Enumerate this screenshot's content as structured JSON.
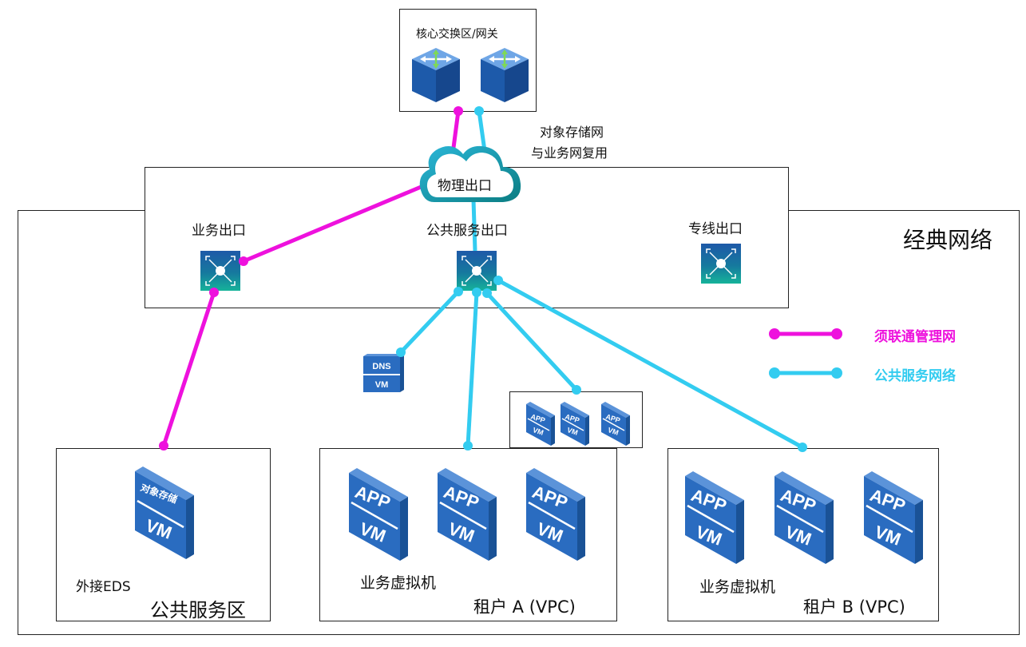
{
  "core": {
    "title": "核心交换区/网关"
  },
  "cloud": {
    "label": "物理出口"
  },
  "note": {
    "line1": "对象存储网",
    "line2": "与业务网复用"
  },
  "classic": {
    "title": "经典网络"
  },
  "exits": {
    "business": "业务出口",
    "public": "公共服务出口",
    "dedicated": "专线出口"
  },
  "legend": {
    "mgmt": "须联通管理网",
    "public": "公共服务网络"
  },
  "colors": {
    "mgmt": "#ee11dd",
    "public": "#33ccf0",
    "vm_dark": "#1a5296",
    "vm_mid": "#2a6cc0",
    "vm_light": "#5b93d9"
  },
  "icons": {
    "dns_top": "DNS",
    "dns_bottom": "VM",
    "app": "APP",
    "vm": "VM",
    "storage": "对象存储"
  },
  "zones": {
    "public_service": {
      "title": "公共服务区",
      "sub": "外接EDS"
    },
    "tenant_a": {
      "title": "租户 A (VPC)",
      "sub": "业务虚拟机"
    },
    "tenant_b": {
      "title": "租户 B (VPC)",
      "sub": "业务虚拟机"
    }
  }
}
